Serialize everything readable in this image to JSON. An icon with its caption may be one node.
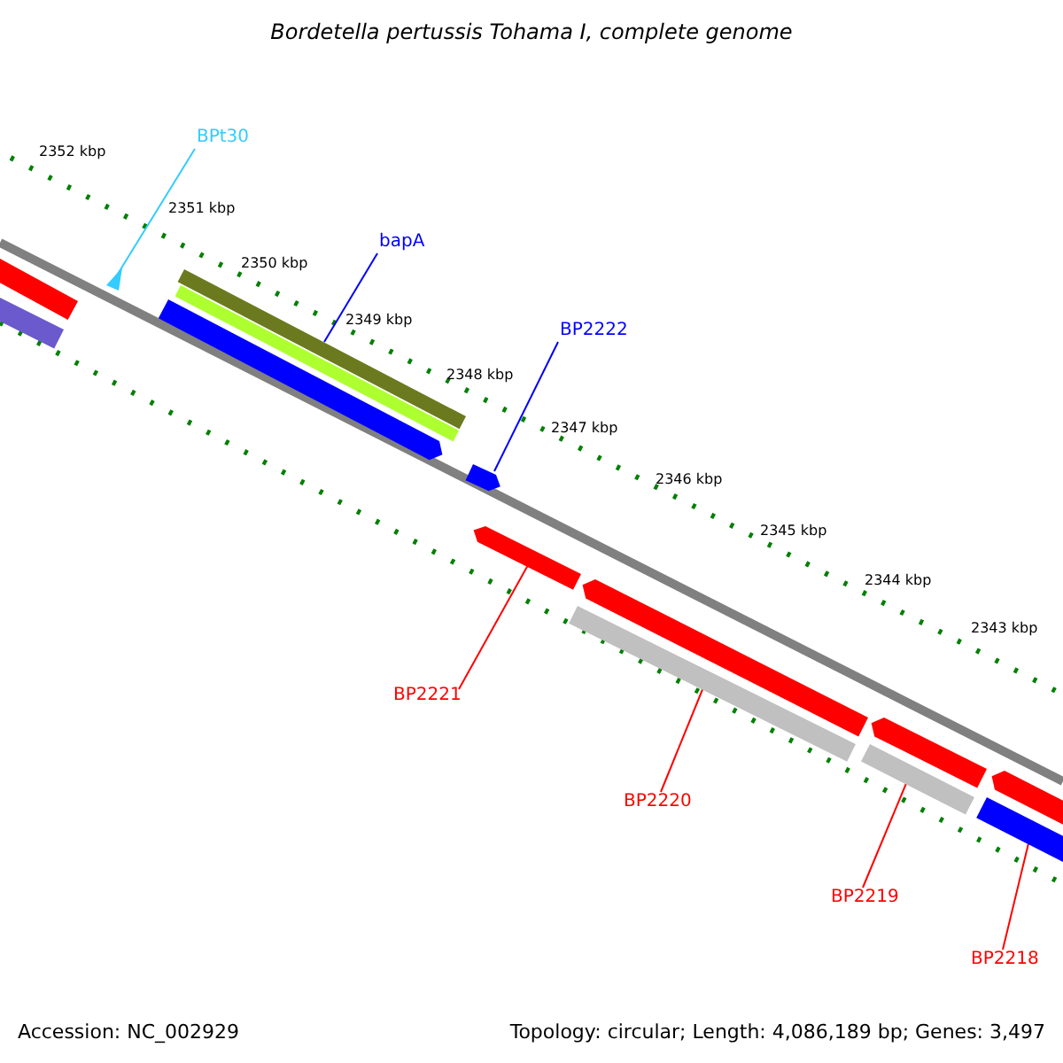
{
  "diagram": {
    "title": "Bordetella pertussis Tohama I, complete genome",
    "nodes": [
      {
        "text": [
          "BPt30"
        ]
      },
      {
        "text": [],
        "shape": "triangle"
      },
      {
        "text": [
          "bapA"
        ]
      },
      {
        "text": [],
        "shape": "bar"
      },
      {
        "text": [
          "BP2222"
        ]
      },
      {
        "text": [],
        "shape": "bar"
      },
      {
        "text": [
          "BP2221"
        ]
      },
      {
        "text": [],
        "shape": "bar"
      },
      {
        "text": [
          "BP2220"
        ]
      },
      {
        "text": [],
        "shape": "bar"
      },
      {
        "text": [
          "BP2219"
        ]
      },
      {
        "text": [],
        "shape": "bar"
      },
      {
        "text": [
          "BP2218"
        ]
      },
      {
        "text": [],
        "shape": "bar"
      }
    ],
    "edges": [
      {
        "from": 0,
        "to": 1,
        "arrow": "none",
        "color": "#33ccff"
      },
      {
        "from": 2,
        "to": 3,
        "arrow": "none",
        "color": "#0000ff"
      },
      {
        "from": 4,
        "to": 5,
        "arrow": "none",
        "color": "#0000ff"
      },
      {
        "from": 6,
        "to": 7,
        "arrow": "none"
      },
      {
        "from": 8,
        "to": 9,
        "arrow": "none"
      },
      {
        "from": 10,
        "to": 11,
        "arrow": "none"
      },
      {
        "from": 12,
        "to": 13,
        "arrow": "none"
      }
    ],
    "labels": [
      "2352 kbp",
      "2351 kbp",
      "2350 kbp",
      "2349 kbp",
      "2348 kbp",
      "2347 kbp",
      "2346 kbp",
      "2345 kbp",
      "2344 kbp",
      "2343 kbp",
      "Accession: NC_002929",
      "Topology: circular; Length: 4,086,189 bp; Genes: 3,497"
    ]
  }
}
